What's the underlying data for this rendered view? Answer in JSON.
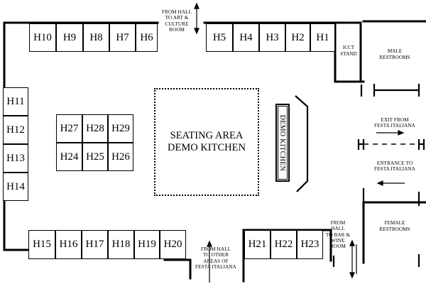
{
  "booths": {
    "top_left": [
      "H10",
      "H9",
      "H8",
      "H7",
      "H6"
    ],
    "top_right": [
      "H5",
      "H4",
      "H3",
      "H2",
      "H1"
    ],
    "left_wall": [
      "H11",
      "H12",
      "H13",
      "H14"
    ],
    "center_top": [
      "H27",
      "H28",
      "H29"
    ],
    "center_bottom": [
      "H24",
      "H25",
      "H26"
    ],
    "bottom_left": [
      "H15",
      "H16",
      "H17",
      "H18",
      "H19",
      "H20"
    ],
    "bottom_right": [
      "H21",
      "H22",
      "H23"
    ]
  },
  "areas": {
    "seating": {
      "line1": "SEATING AREA",
      "line2": "DEMO KITCHEN"
    },
    "demo_kitchen": "DEMO KITCHEN",
    "icct_stand": {
      "line1": "ICCT",
      "line2": "STAND"
    },
    "male_restrooms": {
      "line1": "MALE",
      "line2": "RESTROOMS"
    },
    "female_restrooms": {
      "line1": "FEMALE",
      "line2": "RESTROOMS"
    }
  },
  "notes": {
    "from_hall_art": [
      "FROM HALL",
      "TO ART &",
      "CULTURE",
      "ROOM"
    ],
    "exit": [
      "EXIT FROM",
      "FESTA ITALIANA"
    ],
    "entrance": [
      "ENTRANCE TO",
      "FESTA ITALIANA"
    ],
    "from_hall_other": [
      "FROM HALL",
      "TO OTHER",
      "AREAS OF",
      "FESTA ITALIANA"
    ],
    "from_hall_bar": [
      "FROM HALL",
      "TO BAR &",
      "WINE ROOM"
    ]
  },
  "colors": {
    "ink": "#000000",
    "paper": "#ffffff"
  }
}
